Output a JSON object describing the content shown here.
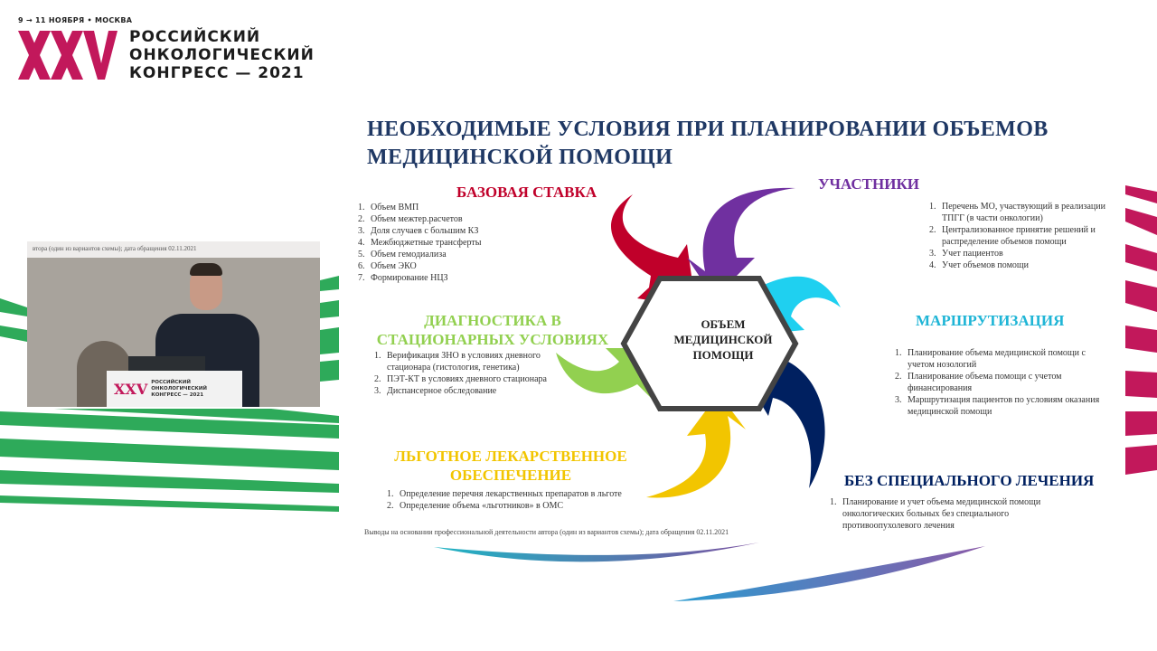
{
  "event": {
    "date_place": "9 → 11 НОЯБРЯ • МОСКВА",
    "logo_mark": "XXV",
    "name_lines": [
      "РОССИЙСКИЙ",
      "ОНКОЛОГИЧЕСКИЙ",
      "КОНГРЕСС — 2021"
    ],
    "brand_color": "#c2185b"
  },
  "video": {
    "caption": "втора (один из вариантов схемы); дата обращения 02.11.2021",
    "podium_lines": [
      "РОССИЙСКИЙ",
      "ОНКОЛОГИЧЕСКИЙ",
      "КОНГРЕСС — 2021"
    ],
    "podium_mark": "XXV"
  },
  "slide": {
    "title_lines": [
      "НЕОБХОДИМЫЕ УСЛОВИЯ ПРИ ПЛАНИРОВАНИИ ОБЪЕМОВ",
      "МЕДИЦИНСКОЙ ПОМОЩИ"
    ],
    "center": [
      "ОБЪЕМ",
      "МЕДИЦИНСКОЙ",
      "ПОМОЩИ"
    ],
    "sections": {
      "base": {
        "title": "БАЗОВАЯ СТАВКА",
        "color": "#c0002a",
        "items": [
          "Объем ВМП",
          "Объем межтер.расчетов",
          "Доля случаев с большим КЗ",
          "Межбюджетные трансферты",
          "Объем гемодиализа",
          "Объем ЭКО",
          "Формирование НЦЗ"
        ]
      },
      "participants": {
        "title": "УЧАСТНИКИ",
        "color": "#7030a0",
        "items": [
          "Перечень МО, участвующий в реализации ТПГГ (в части онкологии)",
          "Централизованное принятие решений и распределение объемов помощи",
          "Учет пациентов",
          "Учет объемов помощи"
        ]
      },
      "routing": {
        "title": "МАРШРУТИЗАЦИЯ",
        "color": "#1fb5d6",
        "items": [
          "Планирование объема медицинской помощи с учетом нозологий",
          "Планирование объема помощи с учетом финансирования",
          "Маршрутизация пациентов по условиям оказания медицинской помощи"
        ]
      },
      "diagnostics": {
        "title_lines": [
          "ДИАГНОСТИКА В",
          "СТАЦИОНАРНЫХ УСЛОВИЯХ"
        ],
        "color": "#92d050",
        "items": [
          "Верификация ЗНО в условиях дневного стационара (гистология, генетика)",
          "ПЭТ-КТ в условиях дневного стационара",
          "Диспансерное обследование"
        ]
      },
      "drugs": {
        "title_lines": [
          "ЛЬГОТНОЕ ЛЕКАРСТВЕННОЕ",
          "ОБЕСПЕЧЕНИЕ"
        ],
        "color": "#f2c500",
        "items": [
          "Определение перечня лекарственных препаратов в льготе",
          "Определение объема «льготников» в ОМС"
        ]
      },
      "no_treatment": {
        "title": "БЕЗ СПЕЦИАЛЬНОГО ЛЕЧЕНИЯ",
        "color": "#002060",
        "items": [
          "Планирование и учет объема медицинской помощи онкологических больных без специального противоопухолевого лечения"
        ]
      }
    },
    "footnote": "Выводы на основании профессиональной деятельности автора (один из вариантов схемы); дата обращения 02.11.2021"
  }
}
